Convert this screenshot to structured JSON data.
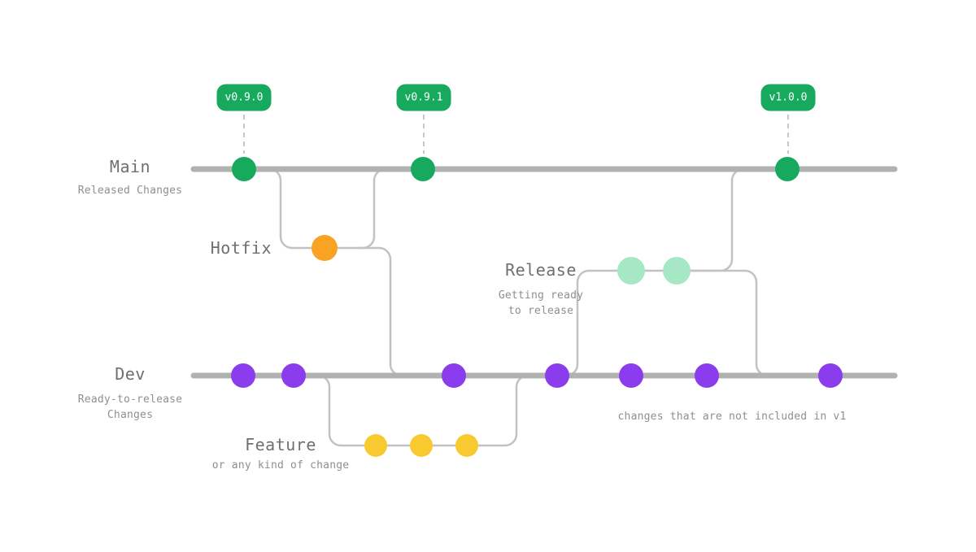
{
  "diagram": {
    "background": "#ffffff",
    "trunk_line_color": "#b1b1b1",
    "curve_line_color": "#c2c2c2",
    "tag_color": "#17a95d",
    "tags": [
      {
        "label": "v0.9.0"
      },
      {
        "label": "v0.9.1"
      },
      {
        "label": "v1.0.0"
      }
    ],
    "branches": {
      "main": {
        "label": "Main",
        "sublabel": "Released Changes",
        "color": "#17a95d",
        "commit_count": 3
      },
      "dev": {
        "label": "Dev",
        "sublabel_line1": "Ready-to-release",
        "sublabel_line2": "Changes",
        "color": "#8b3dee",
        "commit_count": 7
      },
      "hotfix": {
        "label": "Hotfix",
        "color": "#f9a325",
        "commit_count": 1
      },
      "release": {
        "label": "Release",
        "sublabel_line1": "Getting ready",
        "sublabel_line2": "to release",
        "color": "#a6e7c6",
        "commit_count": 2
      },
      "feature": {
        "label": "Feature",
        "sublabel": "or any kind of change",
        "color": "#f8ca30",
        "commit_count": 3
      }
    },
    "annotations": {
      "dev_note": "changes that are not included in v1"
    }
  }
}
